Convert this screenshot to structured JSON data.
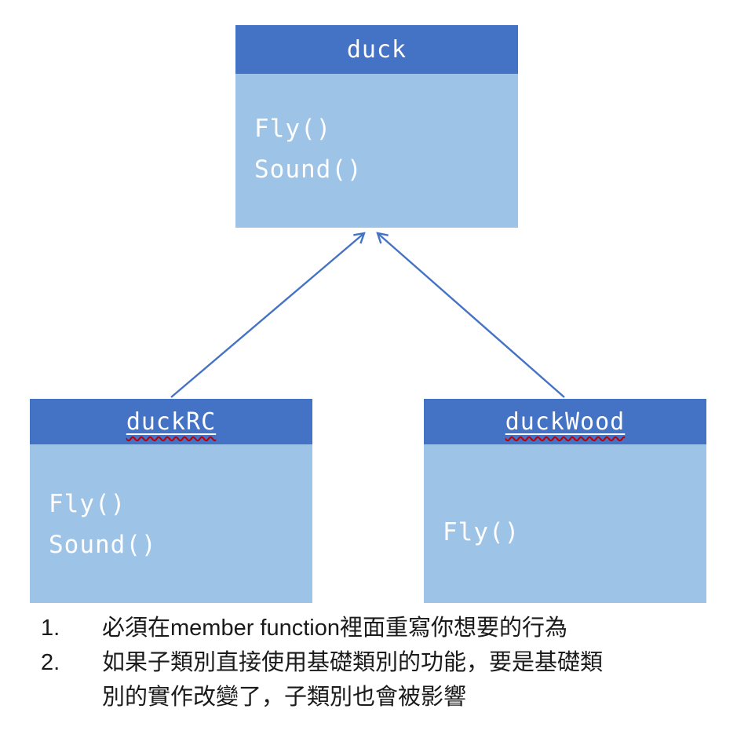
{
  "diagram": {
    "colors": {
      "header": "#4472C4",
      "body": "#9DC3E6",
      "arrow": "#4472C4",
      "box_text": "#FFFFFF",
      "note_text": "#1A1A1A",
      "squiggle": "#C00000"
    },
    "classes": [
      {
        "name": "duck",
        "methods": [
          "Fly()",
          "Sound()"
        ]
      },
      {
        "name": "duckRC",
        "methods": [
          "Fly()",
          "Sound()"
        ]
      },
      {
        "name": "duckWood",
        "methods": [
          "Fly()"
        ]
      }
    ],
    "notes": [
      {
        "number": "1.",
        "text": "必須在member function裡面重寫你想要的行為"
      },
      {
        "number": "2.",
        "text": "如果子類別直接使用基礎類別的功能，要是基礎類別的實作改變了，子類別也會被影響"
      }
    ]
  }
}
